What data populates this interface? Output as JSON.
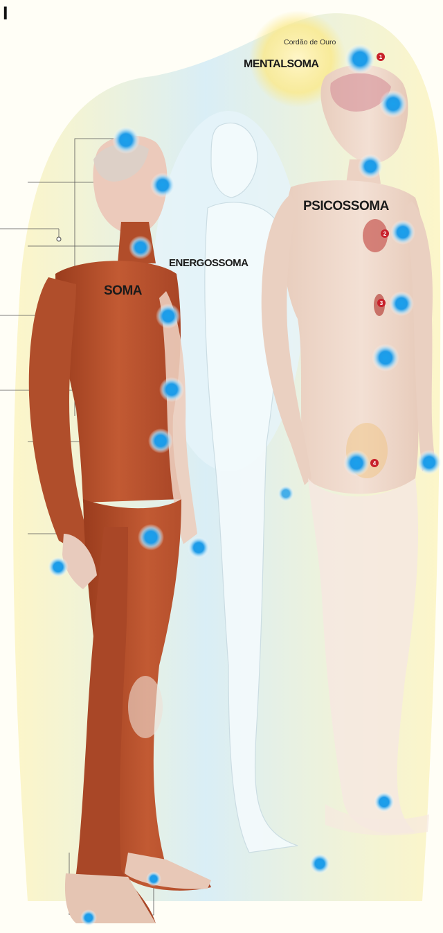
{
  "header": {
    "mark": "I"
  },
  "labels": {
    "cordao": "Cordão de Ouro",
    "mentalsoma": "MENTALSOMA",
    "psicossoma": "PSICOSSOMA",
    "energossoma": "ENERGOSSOMA",
    "soma": "SOMA"
  },
  "markers": [
    "1",
    "2",
    "3",
    "4"
  ],
  "colors": {
    "muscle": "#b5502d",
    "muscle_dark": "#8f3a1e",
    "skin_pale": "#f1ddd0",
    "chakra": "#1e9be8",
    "glow_yellow": "#fbe98a",
    "aura_blue": "#cfe9f4",
    "marker_red": "#c8202a"
  }
}
